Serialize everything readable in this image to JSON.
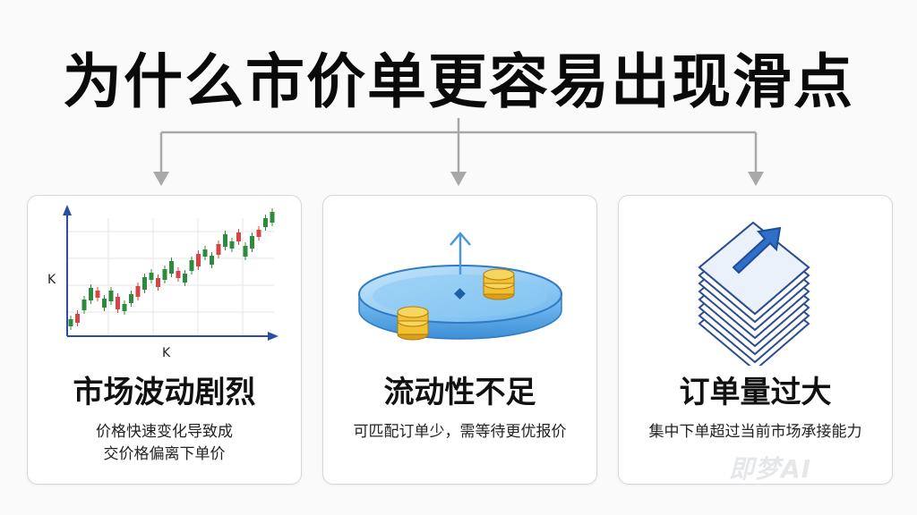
{
  "title": "为什么市价单更容易出现滑点",
  "cards": [
    {
      "heading": "市场波动剧烈",
      "desc_lines": [
        "价格快速变化导致成",
        "交价格偏离下单价"
      ],
      "illustration": "candlestick-chart-icon",
      "axis_y_label": "K",
      "axis_x_label": "K"
    },
    {
      "heading": "流动性不足",
      "desc_lines": [
        "可匹配订单少，需等待更优报价"
      ],
      "illustration": "shallow-pool-coins-icon"
    },
    {
      "heading": "订单量过大",
      "desc_lines": [
        "集中下单超过当前市场承接能力"
      ],
      "illustration": "order-stack-arrow-icon"
    }
  ],
  "watermark": "即梦AI",
  "colors": {
    "up": "#2e8b3e",
    "down": "#d64545",
    "axis": "#2b4f9e",
    "connector": "#a8a8a8",
    "water": "#5aaef0",
    "coin": "#f2c230"
  }
}
